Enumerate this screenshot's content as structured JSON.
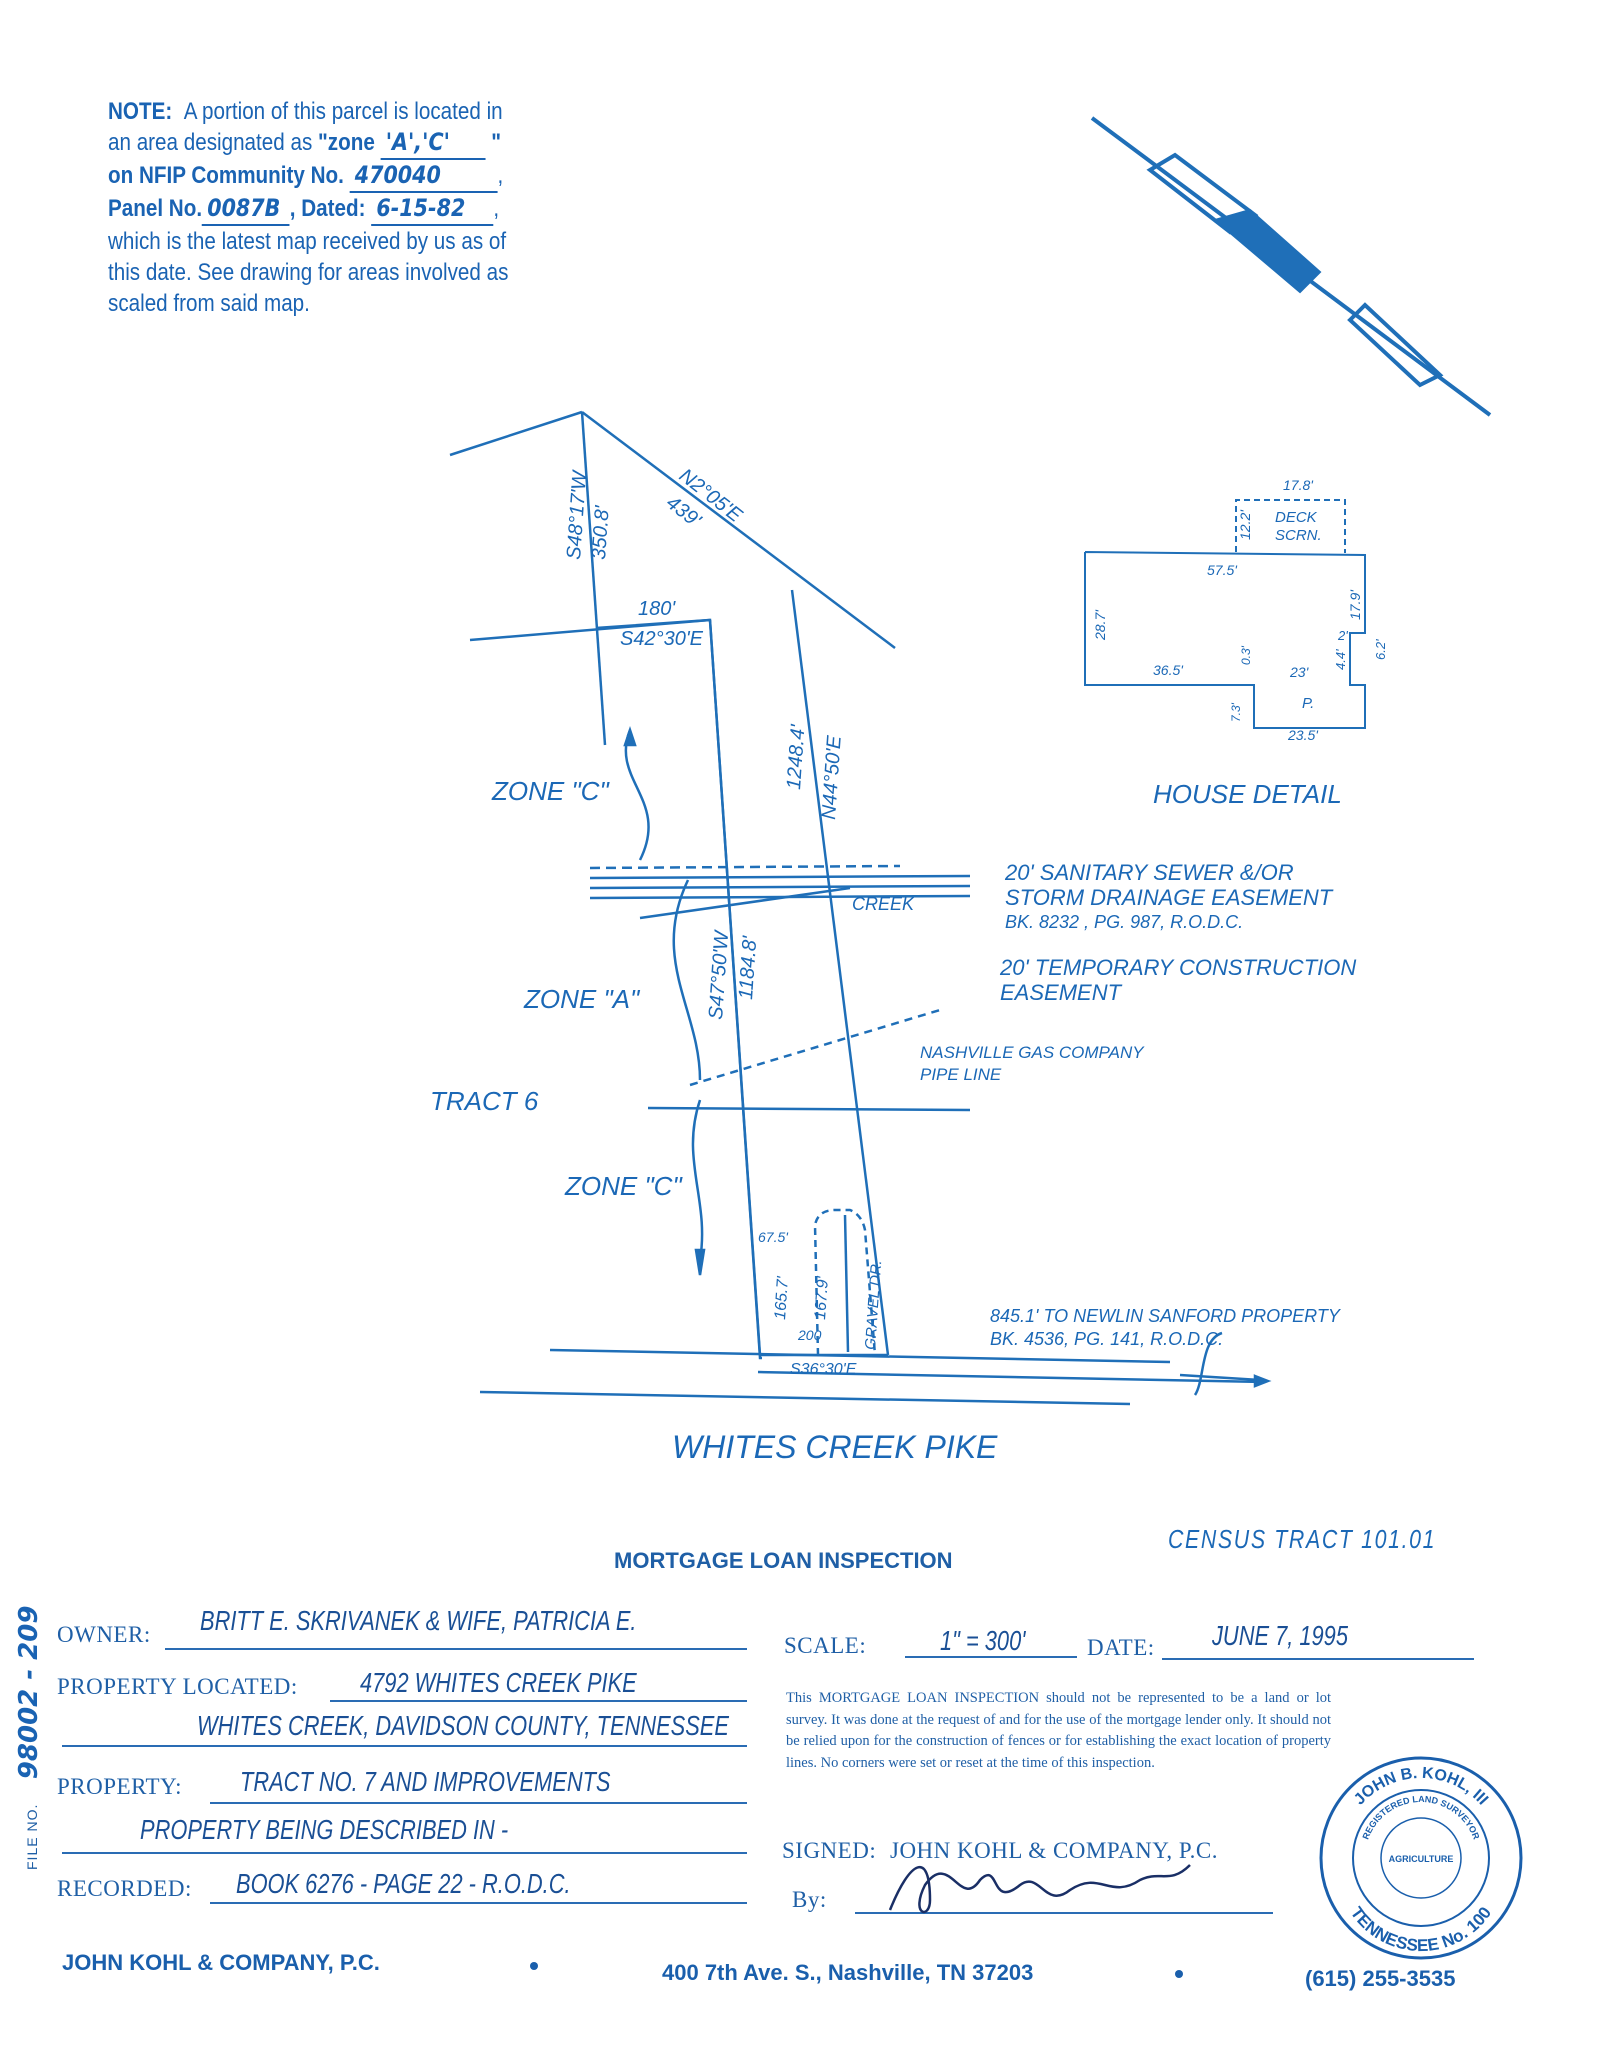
{
  "note": {
    "label": "NOTE:",
    "line1": "A portion of this parcel is located in",
    "line2_pre": "an area designated as",
    "zone_label": "\"zone",
    "zone_value": "'A','C'",
    "line3_pre": "on NFIP Community No.",
    "community_no": "470040",
    "panel_label": "Panel No.",
    "panel_no": "0087B",
    "dated_label": ", Dated:",
    "dated_value": "6-15-82",
    "line5": "which is the latest map received by us as of",
    "line6": "this date. See drawing for areas involved as",
    "line7": "scaled from said map."
  },
  "plat": {
    "bearing_west": "S48°17'W",
    "dist_west": "350.8'",
    "bearing_north": "N2°05'E",
    "dist_north": "439'",
    "dist_180": "180'",
    "bearing_542": "S42°30'E",
    "dist_1248": "1248.4'",
    "bearing_east": "N44°50'E",
    "bearing_mid": "S47°50'W",
    "dist_1184": "1184.8'",
    "zone_c_top": "ZONE \"C\"",
    "zone_a": "ZONE \"A\"",
    "zone_c_bottom": "ZONE \"C\"",
    "tract6": "TRACT 6",
    "creek": "CREEK",
    "easement1_l1": "20' SANITARY SEWER &/OR",
    "easement1_l2": "STORM DRAINAGE EASEMENT",
    "easement1_l3": "BK. 8232 , PG. 987, R.O.D.C.",
    "easement2_l1": "20' TEMPORARY CONSTRUCTION",
    "easement2_l2": "EASEMENT",
    "gas_l1": "NASHVILLE GAS COMPANY",
    "gas_l2": "PIPE LINE",
    "d_675": "67.5'",
    "d_1657": "165.7'",
    "d_1679": "167.9'",
    "d_200": "200",
    "gravel": "GRAVEL DR.",
    "bearing_bottom": "S36°30'E",
    "newlin_l1": "845.1'  TO NEWLIN SANFORD PROPERTY",
    "newlin_l2": "BK. 4536, PG. 141, R.O.D.C.",
    "road": "WHITES CREEK PIKE"
  },
  "house": {
    "title": "HOUSE DETAIL",
    "d_178": "17.8'",
    "d_122": "12.2'",
    "deck": "DECK",
    "scrn": "SCRN.",
    "d_575": "57.5'",
    "d_287": "28.7'",
    "d_179": "17.9'",
    "d_2": "2'",
    "d_44": "4.4'",
    "d_62": "6.2'",
    "d_365": "36.5'",
    "d_03": "0.3'",
    "d_23": "23'",
    "d_73": "7.3'",
    "p": "P.",
    "d_235": "23.5'"
  },
  "form": {
    "title": "MORTGAGE LOAN INSPECTION",
    "census": "CENSUS  TRACT  101.01",
    "file_no_label": "FILE NO.",
    "file_no": "98002 - 209",
    "owner_label": "OWNER:",
    "owner_value": "BRITT E. SKRIVANEK & WIFE, PATRICIA E.",
    "located_label": "PROPERTY LOCATED:",
    "located_value1": "4792 WHITES CREEK PIKE",
    "located_value2": "WHITES CREEK, DAVIDSON COUNTY, TENNESSEE",
    "property_label": "PROPERTY:",
    "property_value1": "TRACT NO. 7 AND IMPROVEMENTS",
    "property_value2": "PROPERTY BEING DESCRIBED IN -",
    "recorded_label": "RECORDED:",
    "recorded_value": "BOOK 6276 - PAGE 22 - R.O.D.C.",
    "scale_label": "SCALE:",
    "scale_value": "1\" = 300'",
    "date_label": "DATE:",
    "date_value": "JUNE 7, 1995",
    "disclaimer": "This MORTGAGE LOAN INSPECTION should not be represented to be a land or lot survey. It was done at the request of and for the use of the mortgage lender only. It should not be relied upon for the construction of fences or for establishing the exact location of property lines. No corners were set or reset at the time of this inspection.",
    "signed_label": "SIGNED:",
    "signed_value": "JOHN KOHL & COMPANY, P.C.",
    "by_label": "By:"
  },
  "seal": {
    "top": "JOHN B. KOHL, III",
    "ring": "REGISTERED LAND SURVEYOR",
    "bottom": "TENNESSEE No. 100",
    "center": "AGRICULTURE"
  },
  "footer": {
    "company": "JOHN KOHL & COMPANY, P.C.",
    "address": "400 7th Ave. S., Nashville, TN 37203",
    "phone": "(615) 255-3535"
  },
  "colors": {
    "ink": "#1f6fb8",
    "dark_ink": "#1a4f95"
  }
}
